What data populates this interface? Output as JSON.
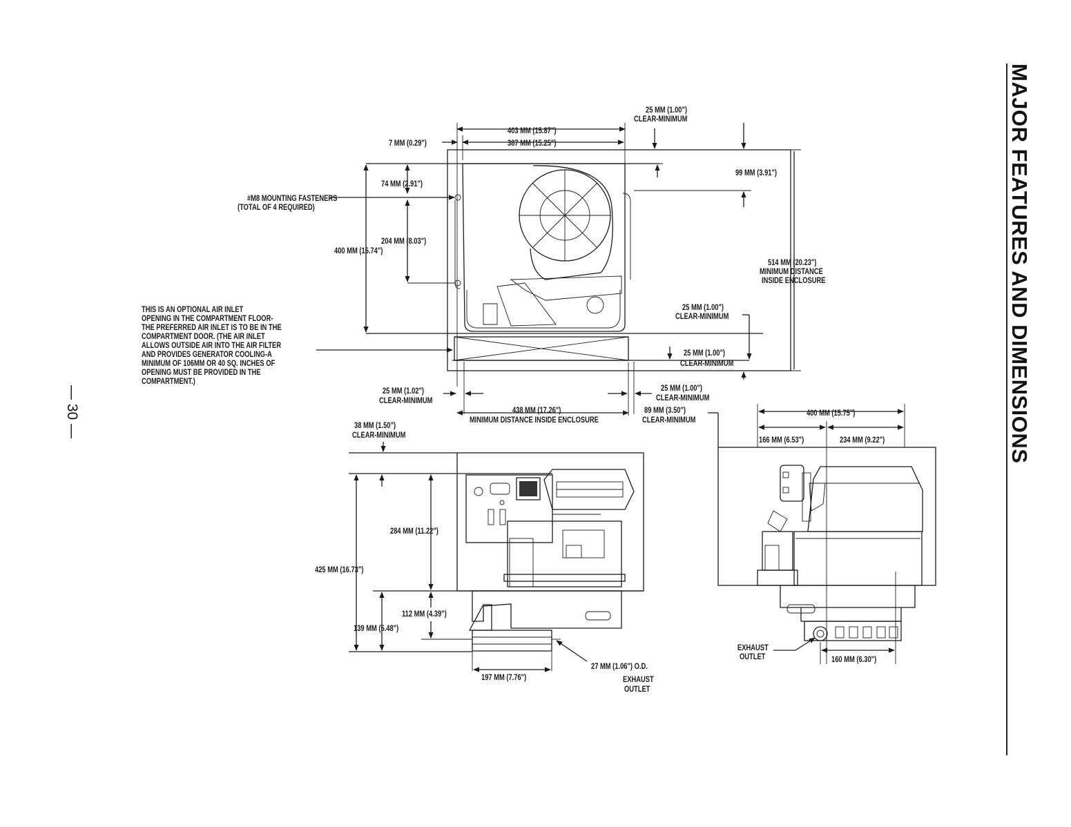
{
  "header": {
    "section_title": "MAJOR FEATURES AND DIMENSIONS",
    "page_number": "— 30 —"
  },
  "top_view": {
    "d403": "403 MM  (15.87\")",
    "d387": "387 MM  (15.25\")",
    "d7": "7 MM  (0.29\")",
    "d25_top_line1": "25 MM  (1.00\")",
    "d25_top_line2": "CLEAR-MINIMUM",
    "d99": "99 MM  (3.91\")",
    "d74": "74 MM  (2.91\")",
    "fasteners_line1": "#M8 MOUNTING FASTENERS",
    "fasteners_line2": "(TOTAL OF 4 REQUIRED)",
    "d204": "204 MM  (8.03\")",
    "d400_left": "400 MM  (15.74\")",
    "d514_line1": "514 MM (20.23\")",
    "d514_line2": "MINIMUM DISTANCE",
    "d514_line3": "INSIDE ENCLOSURE",
    "d25_right_line1": "25 MM  (1.00\")",
    "d25_right_line2": "CLEAR-MINIMUM",
    "d25_mid_line1": "25 MM  (1.00\")",
    "d25_mid_line2": "CLEAR-MINIMUM",
    "d25_left_line1": "25 MM  (1.02\")",
    "d25_left_line2": "CLEAR-MINIMUM",
    "d25_bot_line1": "25 MM  (1.00\")",
    "d25_bot_line2": "CLEAR-MINIMUM",
    "d438_line1": "438 MM (17.26\")",
    "d438_line2": "MINIMUM DISTANCE INSIDE ENCLOSURE",
    "d89_line1": "89 MM  (3.50\")",
    "d89_line2": "CLEAR-MINIMUM"
  },
  "air_inlet_note": [
    "THIS IS AN OPTIONAL AIR INLET",
    "OPENING IN THE COMPARTMENT FLOOR-",
    "THE PREFERRED AIR INLET IS TO BE IN THE",
    "COMPARTMENT DOOR.  (THE AIR INLET",
    "ALLOWS OUTSIDE AIR INTO THE AIR FILTER",
    "AND PROVIDES GENERATOR COOLING-A",
    "MINIMUM OF 106MM OR 40 SQ. INCHES OF",
    "OPENING MUST BE PROVIDED IN THE",
    "COMPARTMENT.)"
  ],
  "front_view": {
    "d38_line1": "38 MM  (1.50\")",
    "d38_line2": "CLEAR-MINIMUM",
    "d284": "284 MM  (11.22\")",
    "d425": "425 MM  (16.73\")",
    "d112": "112 MM  (4.39\")",
    "d139": "139 MM  (5.48\")",
    "d197": "197 MM  (7.76\")",
    "d27": "27 MM  (1.06\")  O.D.",
    "exhaust_line1": "EXHAUST",
    "exhaust_line2": "OUTLET"
  },
  "side_view": {
    "d400": "400 MM  (15.75\")",
    "d166": "166 MM  (6.53\")",
    "d234": "234 MM  (9.22\")",
    "d160": "160 MM  (6.30\")",
    "exhaust_line1": "EXHAUST",
    "exhaust_line2": "OUTLET"
  }
}
